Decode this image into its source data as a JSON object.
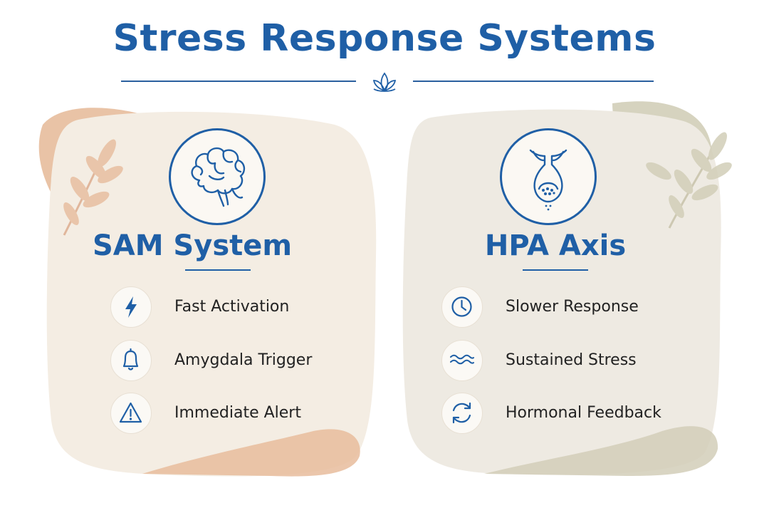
{
  "title": "Stress Response Systems",
  "colors": {
    "accent": "#1f5fa6",
    "left_panel_bg": "#f4ede3",
    "left_blob": "#e7bc9c",
    "right_panel_bg": "#eeeae2",
    "right_blob": "#d2ceb8"
  },
  "panels": [
    {
      "title": "SAM System",
      "emblem_icon": "brain-icon",
      "features": [
        {
          "icon": "lightning-icon",
          "label": "Fast Activation"
        },
        {
          "icon": "bell-icon",
          "label": "Amygdala Trigger"
        },
        {
          "icon": "warning-icon",
          "label": "Immediate Alert"
        }
      ]
    },
    {
      "title": "HPA Axis",
      "emblem_icon": "pituitary-gland-icon",
      "features": [
        {
          "icon": "clock-icon",
          "label": "Slower Response"
        },
        {
          "icon": "waves-icon",
          "label": "Sustained Stress"
        },
        {
          "icon": "cycle-arrows-icon",
          "label": "Hormonal Feedback"
        }
      ]
    }
  ]
}
